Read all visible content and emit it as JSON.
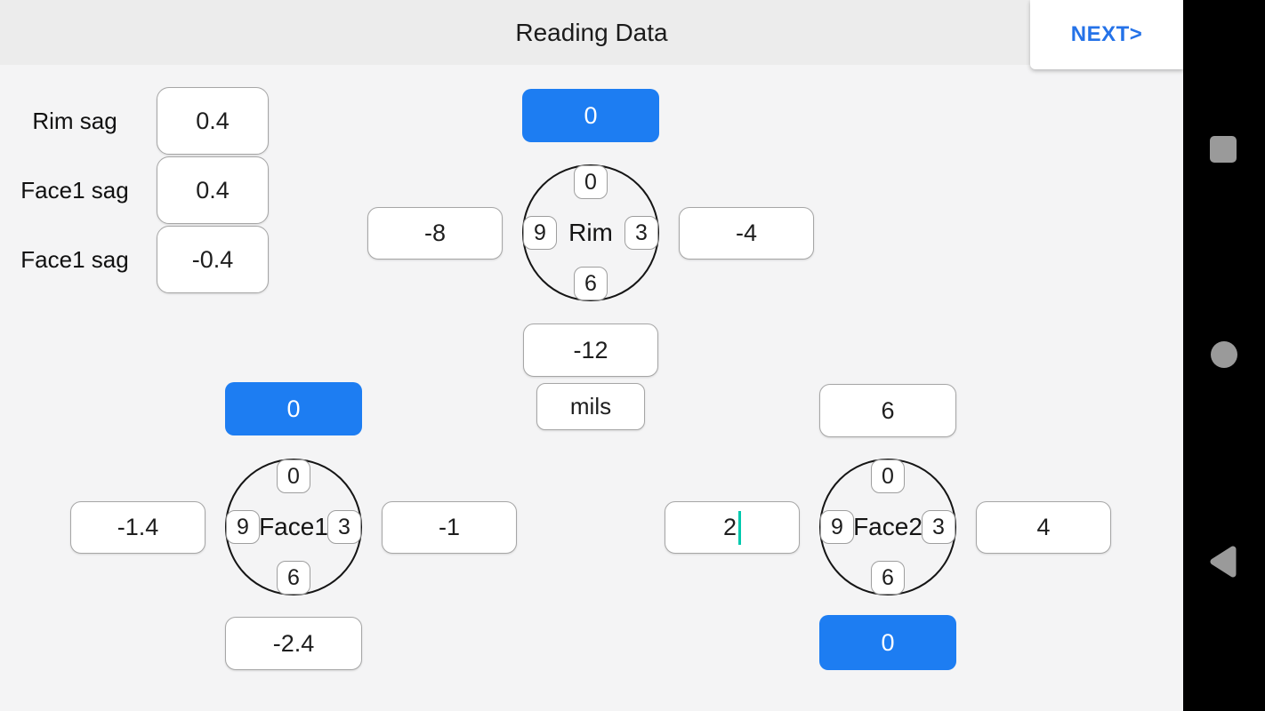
{
  "header": {
    "title": "Reading Data",
    "next_label": "NEXT>"
  },
  "sag_rows": [
    {
      "label": "Rim sag",
      "value": "0.4"
    },
    {
      "label": "Face1 sag",
      "value": "0.4"
    },
    {
      "label": "Face1 sag",
      "value": "-0.4"
    }
  ],
  "dials": [
    {
      "name": "Rim",
      "pos_top": "0",
      "pos_right": "3",
      "pos_bottom": "6",
      "pos_left": "9",
      "read_top": "0",
      "read_left": "-8",
      "read_right": "-4",
      "read_bottom": "-12",
      "unit": "mils"
    },
    {
      "name": "Face1",
      "pos_top": "0",
      "pos_right": "3",
      "pos_bottom": "6",
      "pos_left": "9",
      "read_top": "0",
      "read_left": "-1.4",
      "read_right": "-1",
      "read_bottom": "-2.4"
    },
    {
      "name": "Face2",
      "pos_top": "0",
      "pos_right": "3",
      "pos_bottom": "6",
      "pos_left": "9",
      "read_top": "6",
      "read_left": "2",
      "read_right": "4",
      "read_bottom": "0"
    }
  ],
  "colors": {
    "accent_blue": "#1d7df2",
    "next_blue": "#2472e8",
    "caret_teal": "#00c9ae",
    "nav_icon_gray": "#9a9a9a",
    "topbar_gray": "#ececec",
    "page_gray": "#f4f4f5"
  },
  "nav_icons": [
    "recents-icon",
    "home-icon",
    "back-icon"
  ]
}
